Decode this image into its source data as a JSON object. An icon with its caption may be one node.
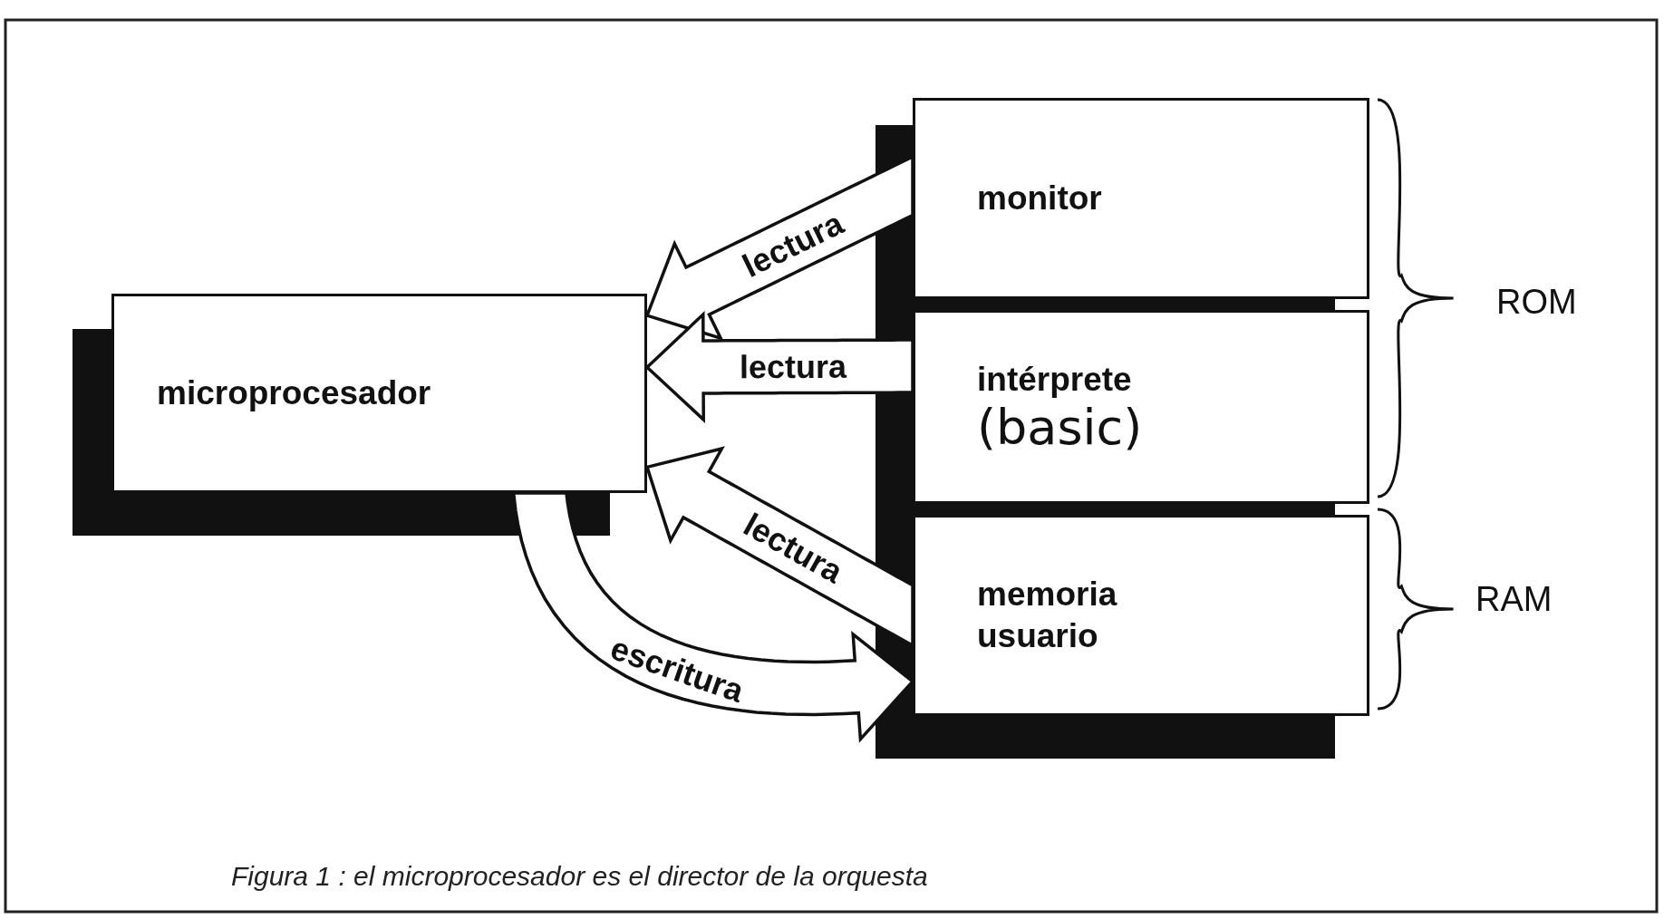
{
  "diagram": {
    "caption": "Figura 1 : el microprocesador es el director de la orquesta",
    "nodes": [
      {
        "text": [
          "microprocesador"
        ]
      },
      {
        "text": [
          "monitor"
        ]
      },
      {
        "text": [
          "intérprete",
          "(basic)"
        ]
      },
      {
        "text": [
          "memoria usuario"
        ]
      }
    ],
    "edges": [
      {
        "from": 1,
        "to": 0,
        "arrow": "to",
        "label": "lectura"
      },
      {
        "from": 2,
        "to": 0,
        "arrow": "to",
        "label": "lectura"
      },
      {
        "from": 3,
        "to": 0,
        "arrow": "to",
        "label": "lectura"
      },
      {
        "from": 0,
        "to": 3,
        "arrow": "to",
        "label": "escritura"
      }
    ],
    "labels": [
      "ROM",
      "RAM"
    ]
  }
}
